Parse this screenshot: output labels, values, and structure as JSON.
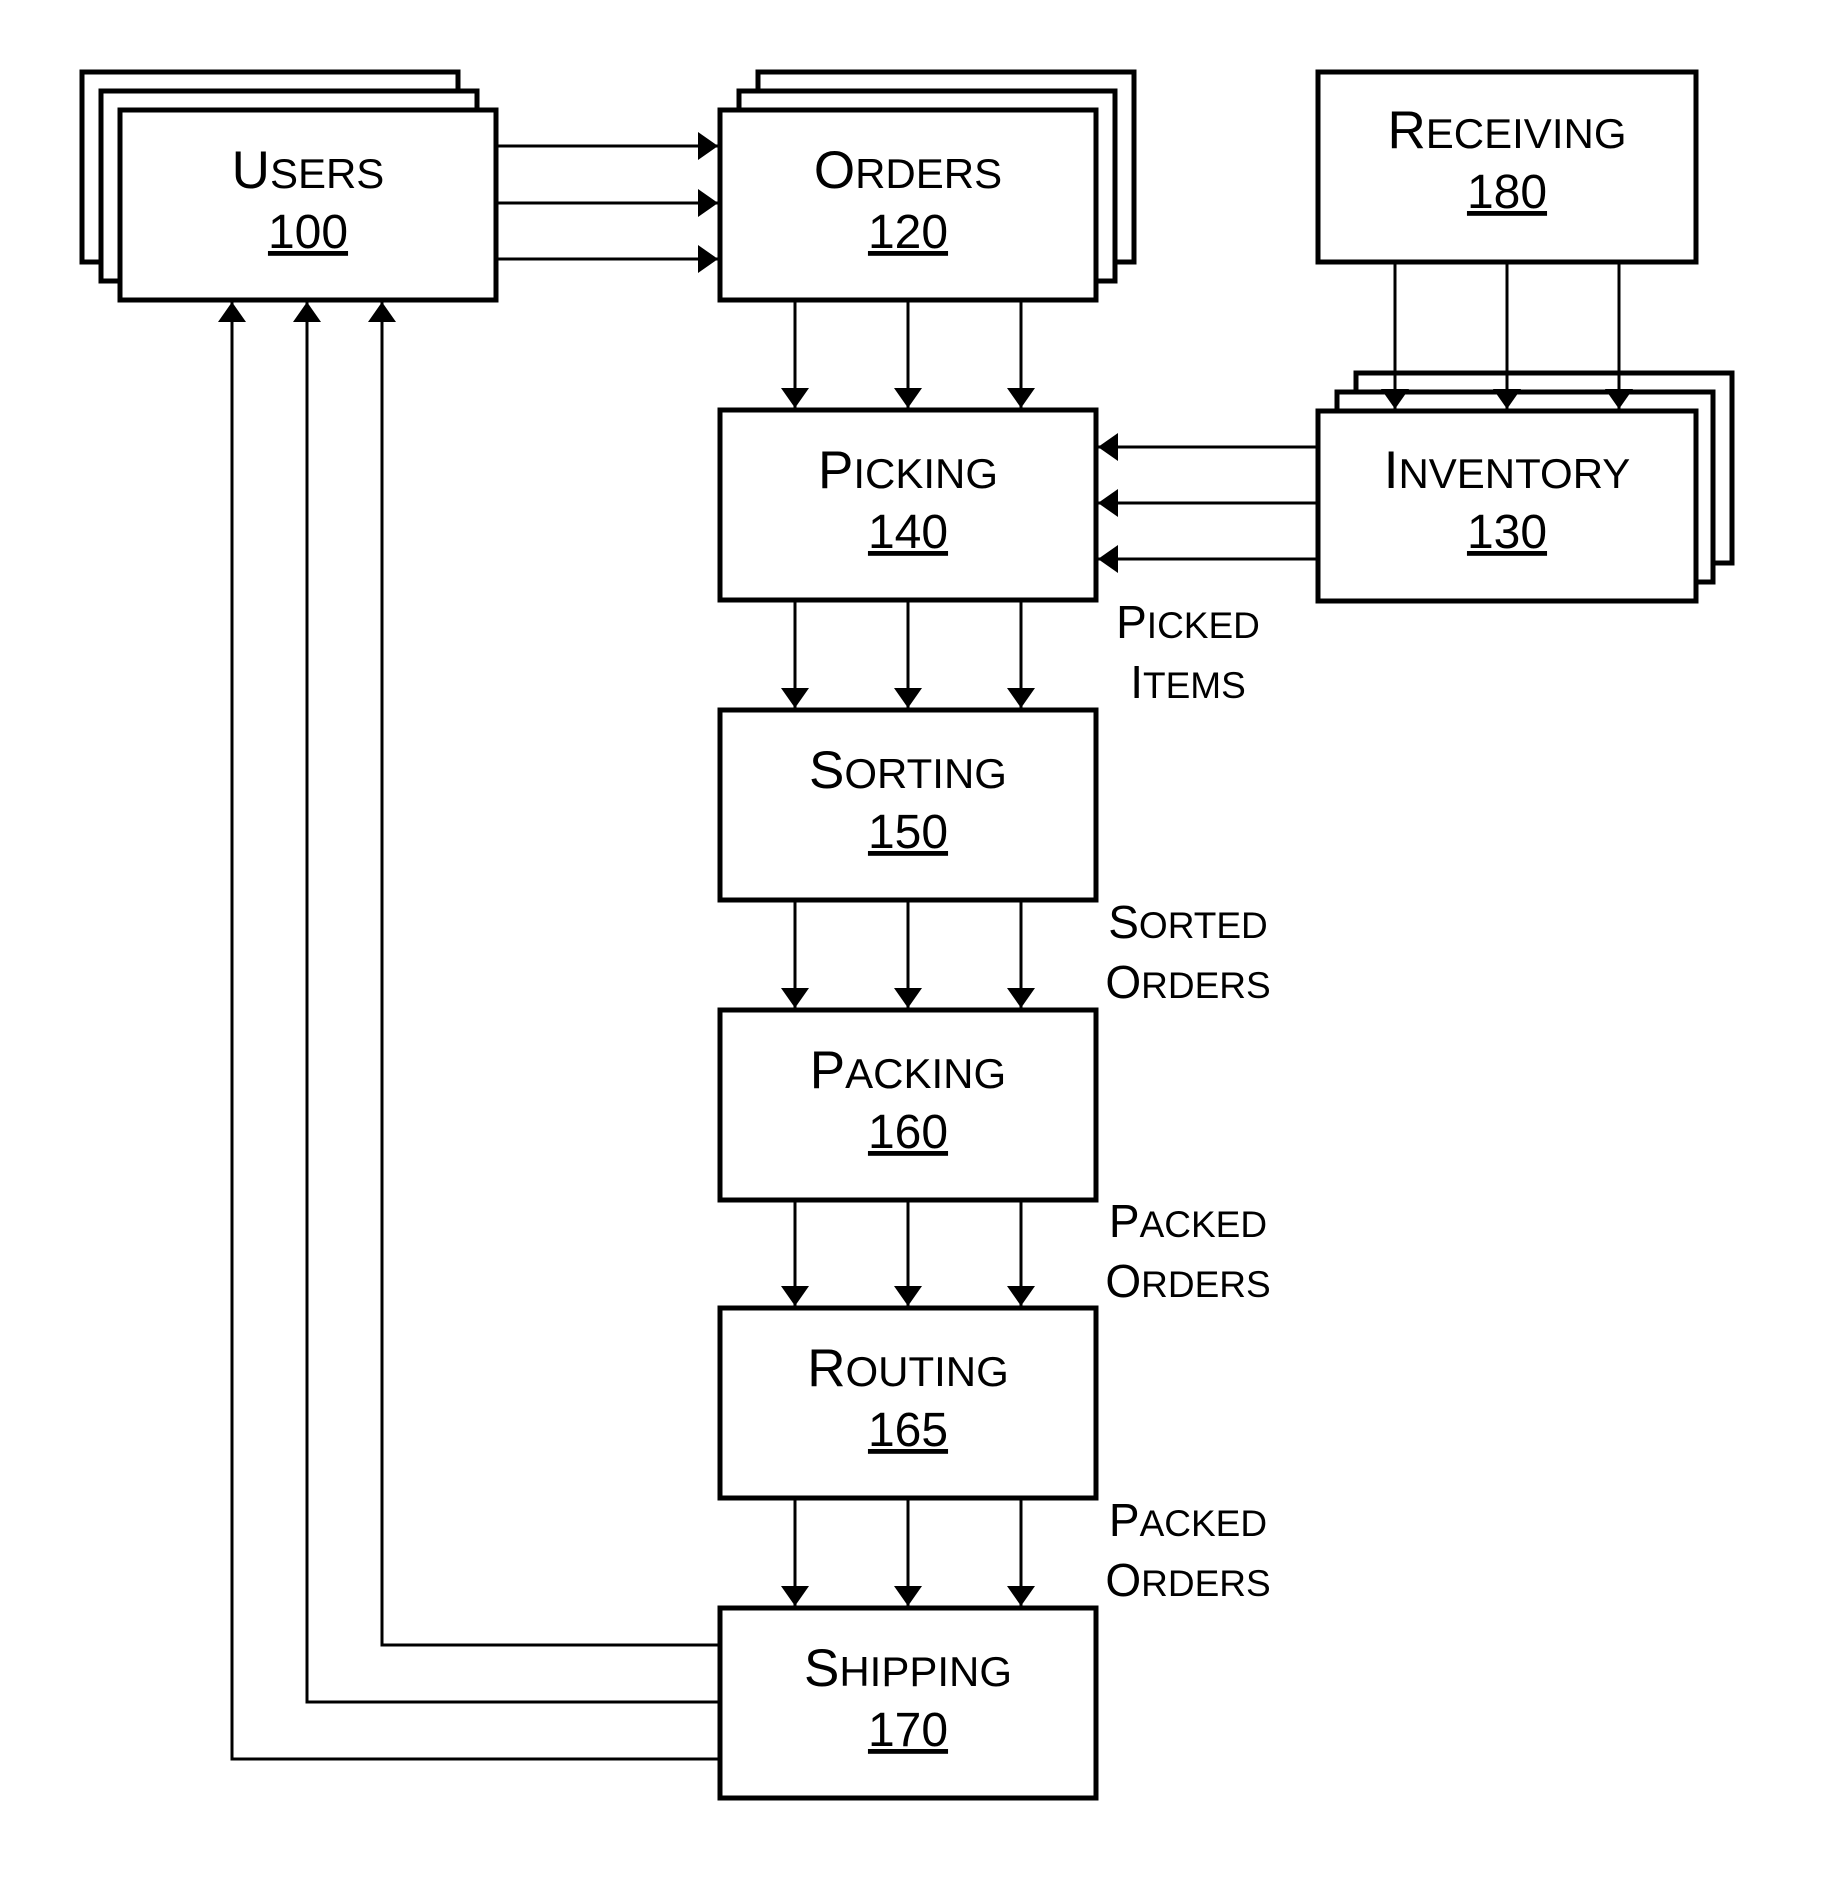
{
  "blocks": {
    "users": {
      "name": "Users",
      "number": "100"
    },
    "orders": {
      "name": "Orders",
      "number": "120"
    },
    "receiving": {
      "name": "Receiving",
      "number": "180"
    },
    "picking": {
      "name": "Picking",
      "number": "140"
    },
    "inventory": {
      "name": "Inventory",
      "number": "130"
    },
    "sorting": {
      "name": "Sorting",
      "number": "150"
    },
    "packing": {
      "name": "Packing",
      "number": "160"
    },
    "routing": {
      "name": "Routing",
      "number": "165"
    },
    "shipping": {
      "name": "Shipping",
      "number": "170"
    }
  },
  "flow_labels": {
    "picked_items": [
      "Picked",
      "Items"
    ],
    "sorted_orders": [
      "Sorted",
      "Orders"
    ],
    "packed_orders_1": [
      "Packed",
      "Orders"
    ],
    "packed_orders_2": [
      "Packed",
      "Orders"
    ]
  },
  "colors": {
    "line": "#000000",
    "background": "#ffffff"
  }
}
